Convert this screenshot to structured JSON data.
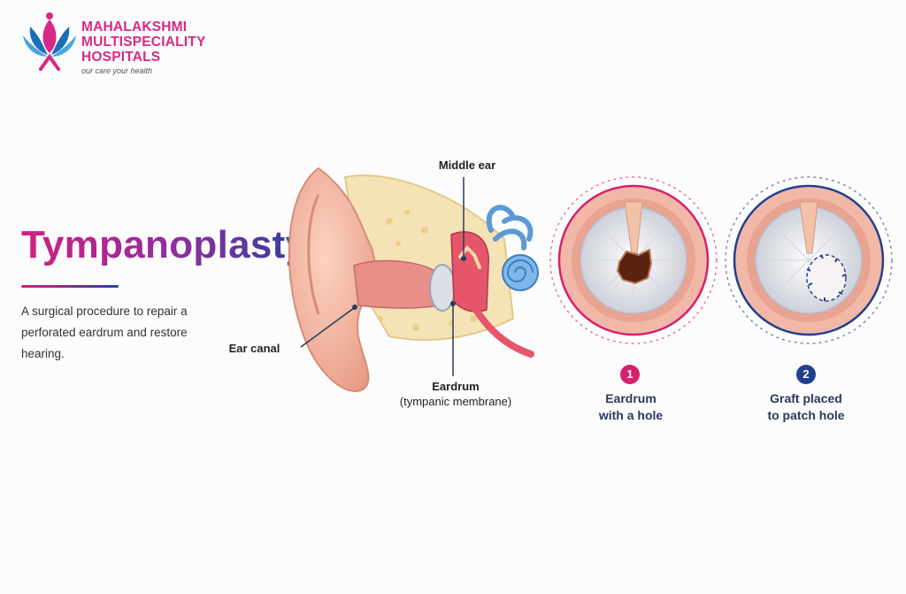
{
  "brand": {
    "name_line1": "MAHALAKSHMI",
    "name_line2": "MULTISPECIALITY",
    "name_line3": "HOSPITALS",
    "tagline": "our care your health"
  },
  "title": "Tympanoplasty",
  "description": "A surgical procedure to repair a perforated eardrum and restore hearing.",
  "labels": {
    "middle_ear": "Middle ear",
    "ear_canal": "Ear canal",
    "eardrum": "Eardrum",
    "eardrum_sub": "(tympanic membrane)"
  },
  "steps": [
    {
      "number": "1",
      "line1": "Eardrum",
      "line2": "with a hole",
      "color": "#d6206f"
    },
    {
      "number": "2",
      "line1": "Graft placed",
      "line2": "to patch hole",
      "color": "#23408e"
    }
  ],
  "colors": {
    "accent_pink": "#d11f7f",
    "accent_blue": "#2d3fa0"
  }
}
